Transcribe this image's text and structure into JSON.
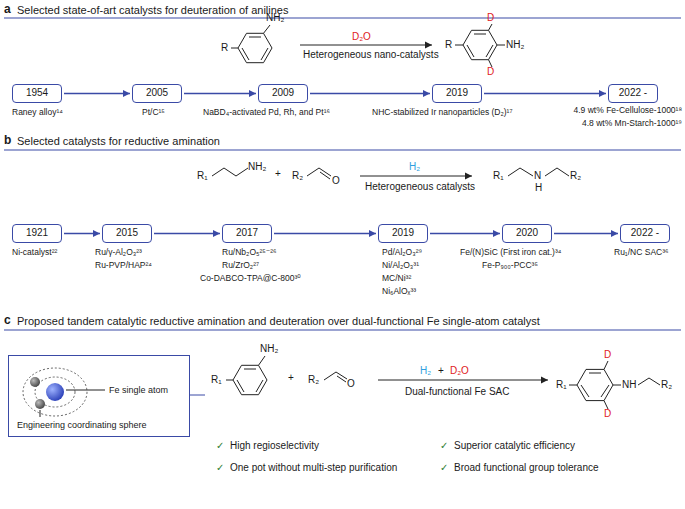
{
  "diagram": {
    "nodes": [
      {
        "text": [
          "1954"
        ]
      },
      {
        "text": [
          "2005"
        ]
      },
      {
        "text": [
          "2009"
        ]
      },
      {
        "text": [
          "2019"
        ]
      },
      {
        "text": [
          "2022 -"
        ]
      },
      {
        "text": [
          "1921"
        ]
      },
      {
        "text": [
          "2015"
        ]
      },
      {
        "text": [
          "2017"
        ]
      },
      {
        "text": [
          "2019"
        ]
      },
      {
        "text": [
          "2020"
        ]
      },
      {
        "text": [
          "2022 -"
        ]
      },
      {
        "text": [
          "Fe single atom",
          "Engineering coordinating sphere"
        ]
      }
    ],
    "edges": [
      {
        "from": 0,
        "to": 1,
        "arrow": "to"
      },
      {
        "from": 1,
        "to": 2,
        "arrow": "to"
      },
      {
        "from": 2,
        "to": 3,
        "arrow": "to"
      },
      {
        "from": 3,
        "to": 4,
        "arrow": "to"
      },
      {
        "from": 5,
        "to": 6,
        "arrow": "to"
      },
      {
        "from": 6,
        "to": 7,
        "arrow": "to"
      },
      {
        "from": 7,
        "to": 8,
        "arrow": "to"
      },
      {
        "from": 8,
        "to": 9,
        "arrow": "to"
      },
      {
        "from": 9,
        "to": 10,
        "arrow": "to"
      }
    ],
    "labels": [
      "a",
      "Selected state-of-art catalysts for deuteration of anilines",
      "R",
      "NH₂",
      "D₂O",
      "Heterogeneous nano-catalysts",
      "D",
      "NH₂",
      "D",
      "R",
      "Raney alloy¹⁴",
      "Pt/C¹⁵",
      "NaBD₄-activated Pd, Rh, and Pt¹⁶",
      "NHC-stabilized Ir nanoparticles (D₂)¹⁷",
      "4.9 wt% Fe-Cellulose-1000¹⁸",
      "4.8 wt% Mn-Starch-1000¹⁹",
      "b",
      "Selected catalysts for reductive amination",
      "R₁",
      "NH₂",
      "+",
      "R₂",
      "O",
      "H₂",
      "Heterogeneous catalysts",
      "R₁",
      "N",
      "H",
      "R₂",
      "Ni-catalyst²²",
      "Ru/γ-Al₂O₃²³",
      "Ru-PVP/HAP²⁴",
      "Ru/Nb₂O₅²⁵⁻²⁶",
      "Ru/ZrO₂²⁷",
      "Co-DABCO-TPA@C-800³⁰",
      "Pd/Al₂O₃²⁹",
      "Ni/Al₂O₃³¹",
      "MC/Ni³²",
      "Ni₆AlOₓ³³",
      "Fe/(N)SiC (First iron cat.)³⁴",
      "Fe-P₉₀₀-PCC³⁵",
      "Ru₁/NC SAC³⁶",
      "c",
      "Proposed tandem catalytic reductive amination and deuteration over dual-functional Fe single-atom catalyst",
      "R₁",
      "NH₂",
      "+",
      "R₂",
      "O",
      "H₂",
      "+",
      "D₂O",
      "Dual-functional Fe SAC",
      "D",
      "NH",
      "R₂",
      "R₁",
      "D",
      "✓",
      "High regioselectivity",
      "✓",
      "One pot without multi-step purification",
      "✓",
      "Superior catalytic efficiency",
      "✓",
      "Broad functional group tolerance"
    ]
  }
}
